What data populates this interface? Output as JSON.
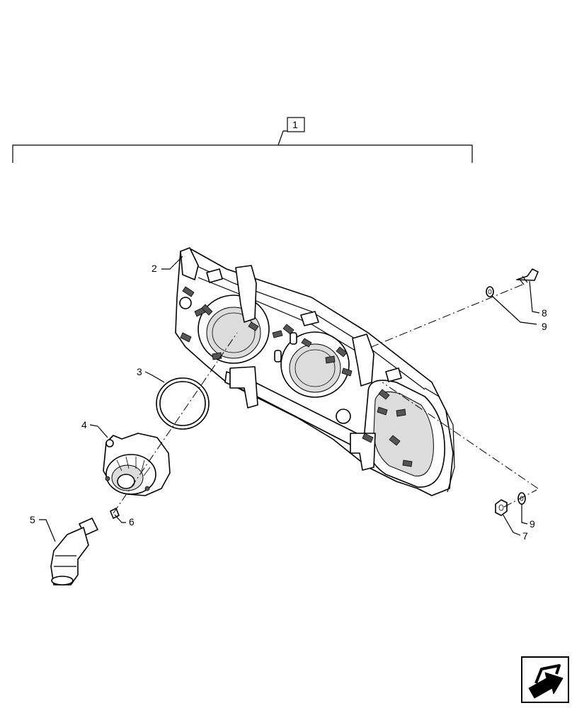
{
  "callouts": {
    "assembly": "1",
    "housing": "2",
    "seal_ring": "3",
    "lamp_socket_body": "4",
    "bulb_connector": "5",
    "screw": "6",
    "nut": "7",
    "bolt": "8",
    "washer_top": "9",
    "washer_bottom": "9"
  },
  "nav_icon": "next-page-arrow-icon"
}
